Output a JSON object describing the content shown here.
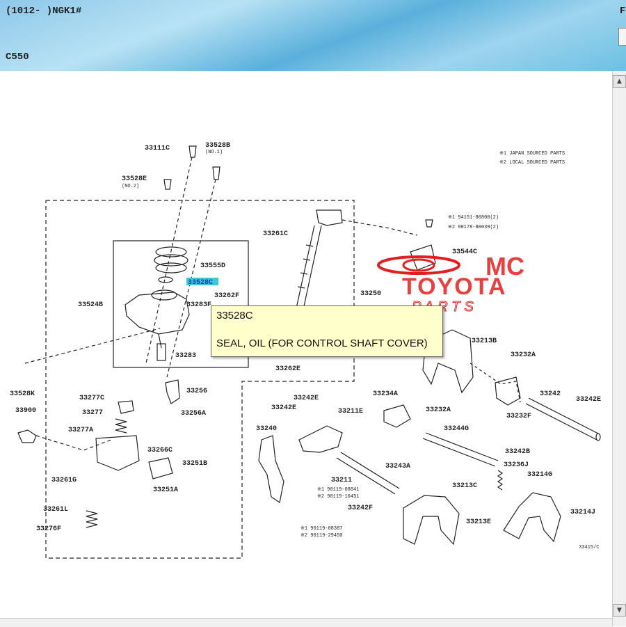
{
  "header": {
    "range_text": "(1012-      )NGK1#",
    "section_code": "C550",
    "right_char": "F"
  },
  "legend": {
    "line1": "※1 JAPAN SOURCED PARTS",
    "line2": "※2 LOCAL SOURCED PARTS"
  },
  "tooltip": {
    "code": "33528C",
    "description": "SEAL, OIL (FOR CONTROL SHAFT COVER)"
  },
  "watermark": {
    "line1": "MC",
    "line2": "TOYOTA",
    "line3": "PARTS",
    "color": "#e02020"
  },
  "illustration_id": "33415/C",
  "highlight_color": "#3cc8d8",
  "parts": {
    "p33111C": "33111C",
    "p33528B": "33528B",
    "p33528B_note": "(NO.1)",
    "p33528E": "33528E",
    "p33528E_note": "(NO.2)",
    "p33555D": "33555D",
    "p33528C": "33528C",
    "p33524B": "33524B",
    "p33262F": "33262F",
    "p33283F": "33283F",
    "p33283": "33283",
    "p33261C": "33261C",
    "p33250": "33250",
    "p33262E": "33262E",
    "p33544C": "33544C",
    "p94151": "※1 94151-80800(2)",
    "p90178": "※2 90178-80039(2)",
    "p33213B": "33213B",
    "p33232A_top": "33232A",
    "p33232F": "33232F",
    "p33242": "33242",
    "p33242E_right": "33242E",
    "p33528K": "33528K",
    "p33277C": "33277C",
    "p33256": "33256",
    "p33277": "33277",
    "p33256A": "33256A",
    "p33900": "33900",
    "p33277A": "33277A",
    "p33266C": "33266C",
    "p33251B": "33251B",
    "p33261G": "33261G",
    "p33251A": "33251A",
    "p33261L": "33261L",
    "p33276F": "33276F",
    "p33242E_a": "33242E",
    "p33242E_b": "33242E",
    "p33234A": "33234A",
    "p33211E": "33211E",
    "p33232A_mid": "33232A",
    "p33240": "33240",
    "p33244G": "33244G",
    "p33242B": "33242B",
    "p33243A": "33243A",
    "p33236J": "33236J",
    "p33211": "33211",
    "p33214G": "33214G",
    "p33213C": "33213C",
    "p90119_a1": "※1 90119-08841",
    "p90119_a2": "※2 90119-10451",
    "p33242F": "33242F",
    "p33213E": "33213E",
    "p33214J": "33214J",
    "p90119_b1": "※1 90119-08387",
    "p90119_b2": "※2 90119-29450"
  }
}
